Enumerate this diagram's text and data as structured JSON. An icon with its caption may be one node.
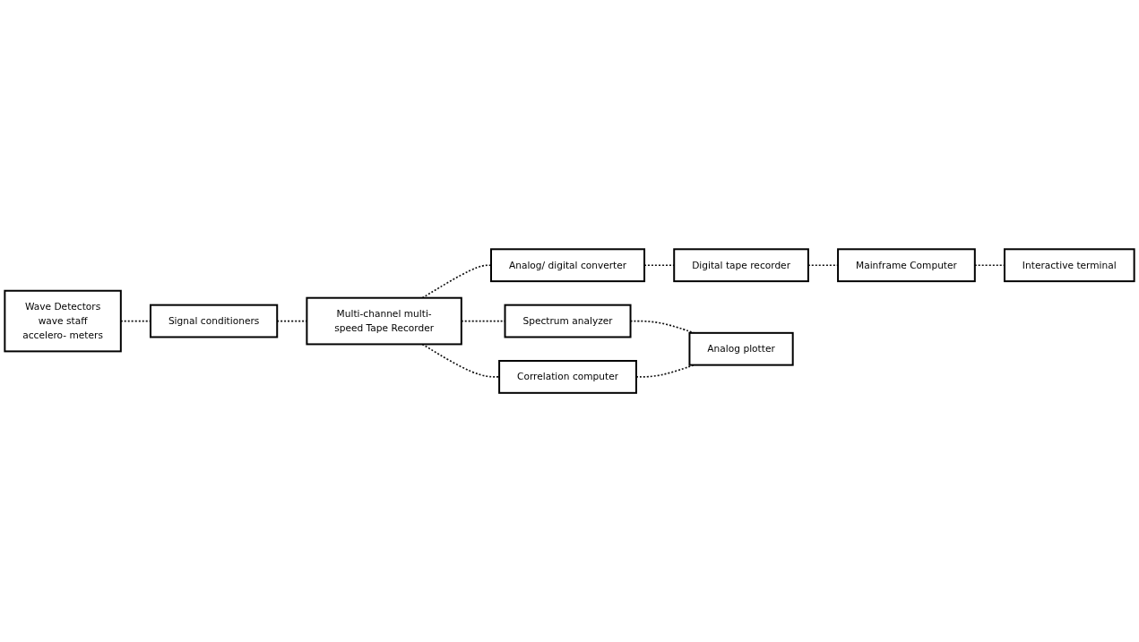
{
  "diagram": {
    "nodes": [
      {
        "text": [
          "Wave Detectors",
          "wave staff",
          "accelero- meters"
        ]
      },
      {
        "text": [
          "Signal conditioners"
        ]
      },
      {
        "text": [
          "Multi-channel multi-speed Tape Recorder"
        ]
      },
      {
        "text": [
          "Analog/ digital converter"
        ]
      },
      {
        "text": [
          "Digital tape recorder"
        ]
      },
      {
        "text": [
          "Mainframe Computer"
        ]
      },
      {
        "text": [
          "Spectrum analyzer"
        ]
      },
      {
        "text": [
          "Correlation computer"
        ]
      },
      {
        "text": [
          "Analog plotter"
        ]
      },
      {
        "text": [
          "Interactive terminal"
        ]
      }
    ],
    "edges": [
      {
        "from": 0,
        "to": 1,
        "arrow": "none",
        "style": "dashed"
      },
      {
        "from": 1,
        "to": 2,
        "arrow": "none",
        "style": "dashed"
      },
      {
        "from": 2,
        "to": 3,
        "arrow": "none",
        "style": "dashed"
      },
      {
        "from": 3,
        "to": 4,
        "arrow": "none",
        "style": "dashed"
      },
      {
        "from": 4,
        "to": 5,
        "arrow": "none",
        "style": "dashed"
      },
      {
        "from": 2,
        "to": 7,
        "arrow": "none",
        "style": "dashed"
      },
      {
        "from": 2,
        "to": 6,
        "arrow": "none",
        "style": "dashed"
      },
      {
        "from": 6,
        "to": 8,
        "arrow": "none",
        "style": "dashed"
      },
      {
        "from": 7,
        "to": 8,
        "arrow": "none",
        "style": "dashed"
      },
      {
        "from": 5,
        "to": 9,
        "arrow": "none",
        "style": "dashed"
      }
    ]
  }
}
